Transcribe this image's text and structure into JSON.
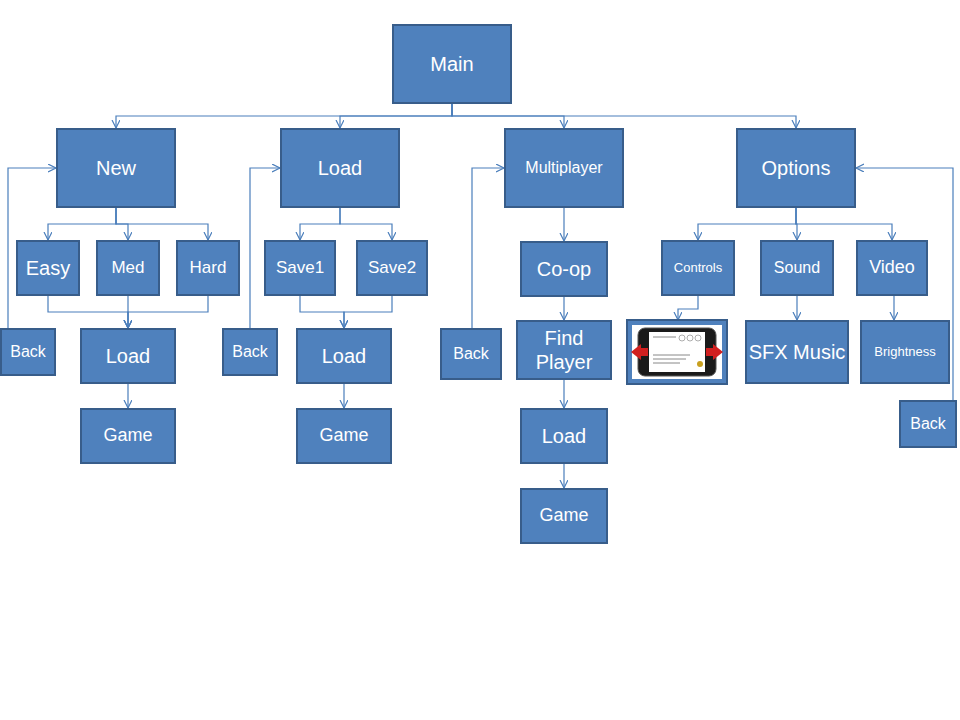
{
  "diagram": {
    "nodes": [
      {
        "text": [
          "Main"
        ]
      },
      {
        "text": [
          "New"
        ]
      },
      {
        "text": [
          "Load"
        ]
      },
      {
        "text": [
          "Multiplayer"
        ]
      },
      {
        "text": [
          "Options"
        ]
      },
      {
        "text": [
          "Easy"
        ]
      },
      {
        "text": [
          "Med"
        ]
      },
      {
        "text": [
          "Hard"
        ]
      },
      {
        "text": [
          "Save1"
        ]
      },
      {
        "text": [
          "Save2"
        ]
      },
      {
        "text": [
          "Co-op"
        ]
      },
      {
        "text": [
          "Controls"
        ]
      },
      {
        "text": [
          "Sound"
        ]
      },
      {
        "text": [
          "Video"
        ]
      },
      {
        "text": [
          "Back"
        ]
      },
      {
        "text": [
          "Load"
        ]
      },
      {
        "text": [
          "Back"
        ]
      },
      {
        "text": [
          "Load"
        ]
      },
      {
        "text": [
          "Back"
        ]
      },
      {
        "text": [
          "Find Player"
        ]
      },
      {
        "text": [
          "SFX Music"
        ]
      },
      {
        "text": [
          "Brightness"
        ]
      },
      {
        "text": [
          "Game"
        ]
      },
      {
        "text": [
          "Game"
        ]
      },
      {
        "text": [
          "Load"
        ]
      },
      {
        "text": [
          "Back"
        ]
      },
      {
        "text": [
          "Game"
        ]
      }
    ],
    "edges": [
      {
        "from": 0,
        "to": 1,
        "arrow": "to"
      },
      {
        "from": 0,
        "to": 2,
        "arrow": "to"
      },
      {
        "from": 0,
        "to": 3,
        "arrow": "to"
      },
      {
        "from": 0,
        "to": 4,
        "arrow": "to"
      },
      {
        "from": 1,
        "to": 5,
        "arrow": "to"
      },
      {
        "from": 1,
        "to": 6,
        "arrow": "to"
      },
      {
        "from": 1,
        "to": 7,
        "arrow": "to"
      },
      {
        "from": 5,
        "to": 15,
        "arrow": "to"
      },
      {
        "from": 6,
        "to": 15,
        "arrow": "to"
      },
      {
        "from": 7,
        "to": 15,
        "arrow": "to"
      },
      {
        "from": 14,
        "to": 1,
        "arrow": "to"
      },
      {
        "from": 15,
        "to": 22,
        "arrow": "to"
      },
      {
        "from": 2,
        "to": 8,
        "arrow": "to"
      },
      {
        "from": 2,
        "to": 9,
        "arrow": "to"
      },
      {
        "from": 8,
        "to": 17,
        "arrow": "to"
      },
      {
        "from": 9,
        "to": 17,
        "arrow": "to"
      },
      {
        "from": 16,
        "to": 2,
        "arrow": "to"
      },
      {
        "from": 17,
        "to": 23,
        "arrow": "to"
      },
      {
        "from": 3,
        "to": 10,
        "arrow": "to"
      },
      {
        "from": 10,
        "to": 19,
        "arrow": "to"
      },
      {
        "from": 19,
        "to": 24,
        "arrow": "to"
      },
      {
        "from": 24,
        "to": 26,
        "arrow": "to"
      },
      {
        "from": 18,
        "to": 3,
        "arrow": "to"
      },
      {
        "from": 4,
        "to": 11,
        "arrow": "to"
      },
      {
        "from": 4,
        "to": 12,
        "arrow": "to"
      },
      {
        "from": 4,
        "to": 13,
        "arrow": "to"
      },
      {
        "from": 12,
        "to": 20,
        "arrow": "to"
      },
      {
        "from": 13,
        "to": 21,
        "arrow": "to"
      },
      {
        "from": 25,
        "to": 4,
        "arrow": "to"
      }
    ]
  }
}
